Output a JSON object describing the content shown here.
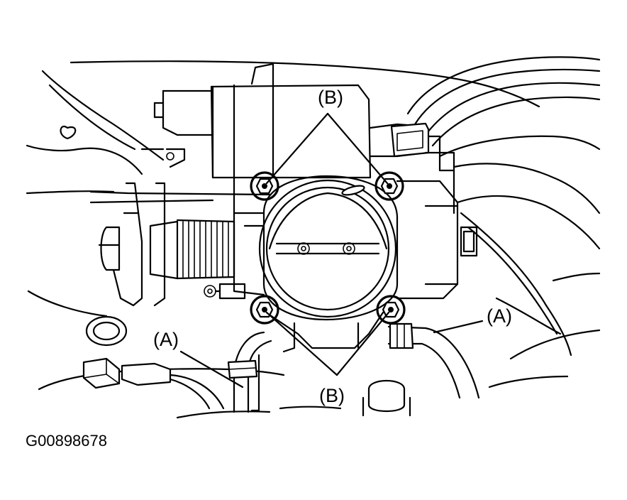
{
  "labels": {
    "callout_b_top": "(B)",
    "callout_b_bottom": "(B)",
    "callout_a_left": "(A)",
    "callout_a_right": "(A)"
  },
  "figure_code": "G00898678"
}
